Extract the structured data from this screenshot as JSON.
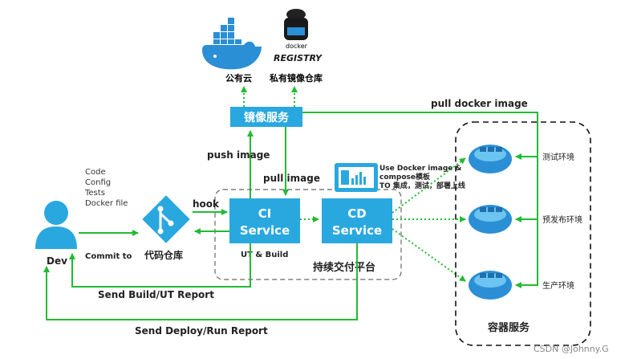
{
  "cloud": {
    "public_label": "公有云",
    "registry_label": "私有镜像仓库",
    "registry_logo_small": "docker",
    "registry_logo_big": "REGISTRY"
  },
  "image_service": {
    "label": "镜像服务"
  },
  "labels": {
    "push_image": "push image",
    "pull_image": "pull image",
    "pull_docker_image": "pull docker image",
    "hook": "hook",
    "commit_to": "Commit to",
    "send_build": "Send Build/UT Report",
    "send_deploy": "Send Deploy/Run Report"
  },
  "dev": {
    "label": "Dev",
    "notes": [
      "Code",
      "Config",
      "Tests",
      "Docker file"
    ]
  },
  "repo": {
    "label": "代码仓库"
  },
  "ci": {
    "line1": "CI",
    "line2": "Service",
    "sub": "UT & Build"
  },
  "cd": {
    "line1": "CD",
    "line2": "Service"
  },
  "platform": {
    "label": "持续交付平台"
  },
  "compose_note": {
    "line1": "Use Docker image &",
    "line2": "compose模板",
    "line3": "TO 集成，测试，部署上线"
  },
  "containers": {
    "label": "容器服务",
    "envs": [
      "测试环境",
      "预发布环境",
      "生产环境"
    ]
  },
  "watermark": "CSDN @Johnny.G",
  "colors": {
    "green": "#33cc33",
    "blue": "#29a8e0",
    "dark_green": "#22aa22"
  }
}
